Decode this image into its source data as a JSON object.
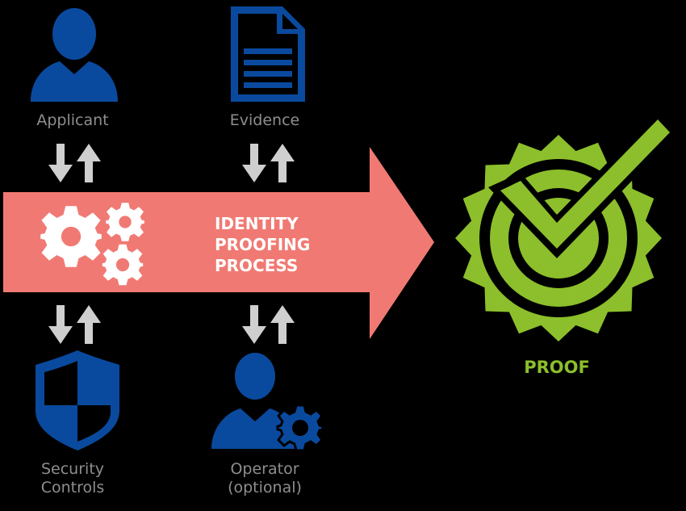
{
  "process": {
    "title_lines": [
      "IDENTITY",
      "PROOFING",
      "PROCESS"
    ]
  },
  "nodes": {
    "applicant": {
      "label": "Applicant",
      "icon": "person-icon"
    },
    "evidence": {
      "label": "Evidence",
      "icon": "document-icon"
    },
    "security_controls": {
      "label_lines": [
        "Security",
        "Controls"
      ],
      "icon": "shield-icon"
    },
    "operator": {
      "label_lines": [
        "Operator",
        "(optional)"
      ],
      "icon": "person-gear-icon"
    }
  },
  "result": {
    "label": "PROOF",
    "icon": "checkmark-badge-icon"
  },
  "colors": {
    "background": "#000000",
    "process_arrow": "#f07a73",
    "icon_blue": "#0a4a9e",
    "proof_green": "#8cbf2b",
    "exchange_arrows": "#cfcfcf",
    "label_gray": "#8e8e8e"
  }
}
